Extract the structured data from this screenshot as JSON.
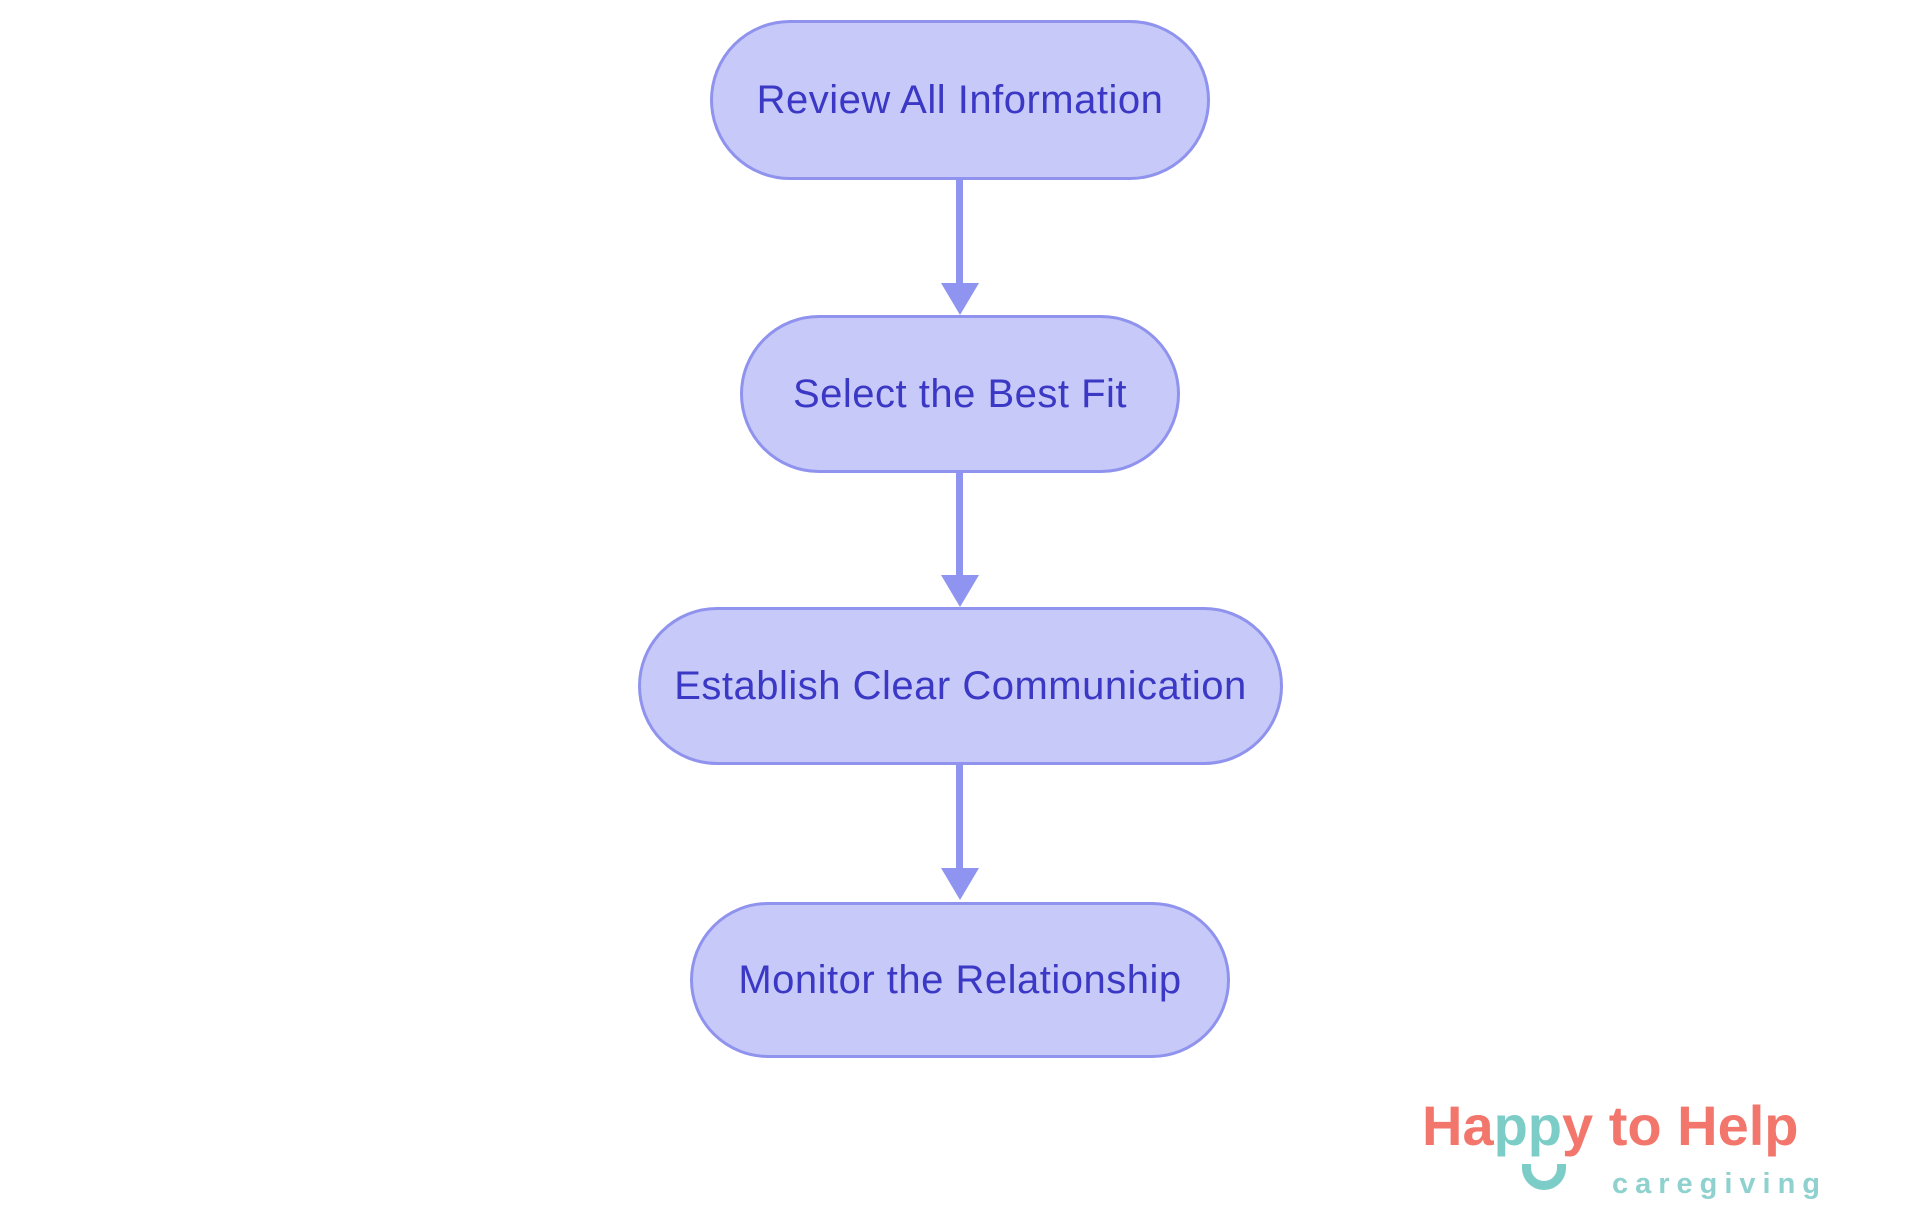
{
  "flowchart": {
    "type": "vertical-flow",
    "nodes": [
      {
        "label": "Review All Information"
      },
      {
        "label": "Select the Best Fit"
      },
      {
        "label": "Establish Clear Communication"
      },
      {
        "label": "Monitor the Relationship"
      }
    ],
    "connections": [
      {
        "from": 0,
        "to": 1
      },
      {
        "from": 1,
        "to": 2
      },
      {
        "from": 2,
        "to": 3
      }
    ],
    "colors": {
      "node_fill": "#c7c9f8",
      "node_border": "#8f93ee",
      "node_text": "#3a38c4",
      "arrow": "#8f94f0"
    }
  },
  "logo": {
    "brand_part1": "Ha",
    "brand_part2": "pp",
    "brand_part3": "y to Help",
    "tagline": "caregiving",
    "colors": {
      "coral": "#f2766b",
      "teal": "#7cccc8",
      "tagline_teal": "#8ed1ce"
    }
  }
}
